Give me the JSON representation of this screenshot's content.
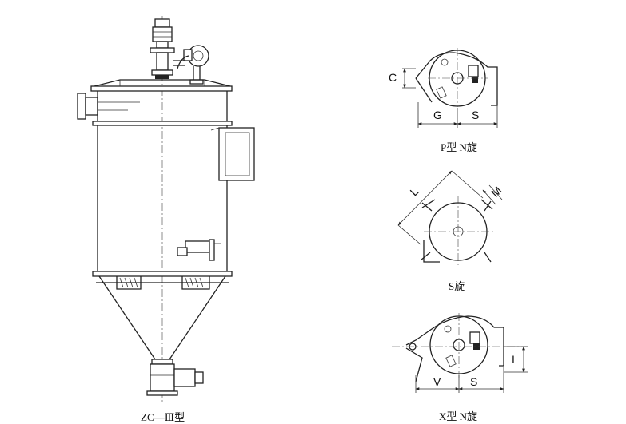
{
  "main_view": {
    "caption": "ZC—Ⅲ型"
  },
  "view_p": {
    "caption": "P型 N旋",
    "dim_c": "C",
    "dim_g": "G",
    "dim_s": "S"
  },
  "view_s": {
    "caption": "S旋",
    "dim_l": "L",
    "dim_m": "M"
  },
  "view_x": {
    "caption": "X型 N旋",
    "dim_v": "V",
    "dim_s": "S",
    "dim_i": "I"
  }
}
